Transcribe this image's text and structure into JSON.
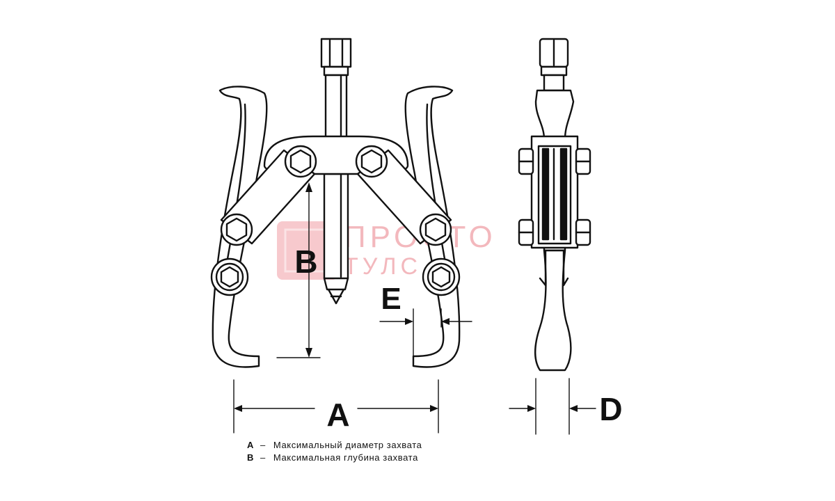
{
  "dimensions": {
    "A": "A",
    "B": "B",
    "D": "D",
    "E": "E"
  },
  "legend": [
    {
      "key": "A",
      "sep": "–",
      "text": "Максимальный диаметр захвата"
    },
    {
      "key": "B",
      "sep": "–",
      "text": "Максимальная глубина захвата"
    }
  ],
  "watermark": {
    "line1": "ПРОСТО",
    "line2": "ТУЛС"
  },
  "colors": {
    "line": "#111111",
    "watermark": "#f3b8bd",
    "watermark_badge": "#f7c9cd"
  }
}
